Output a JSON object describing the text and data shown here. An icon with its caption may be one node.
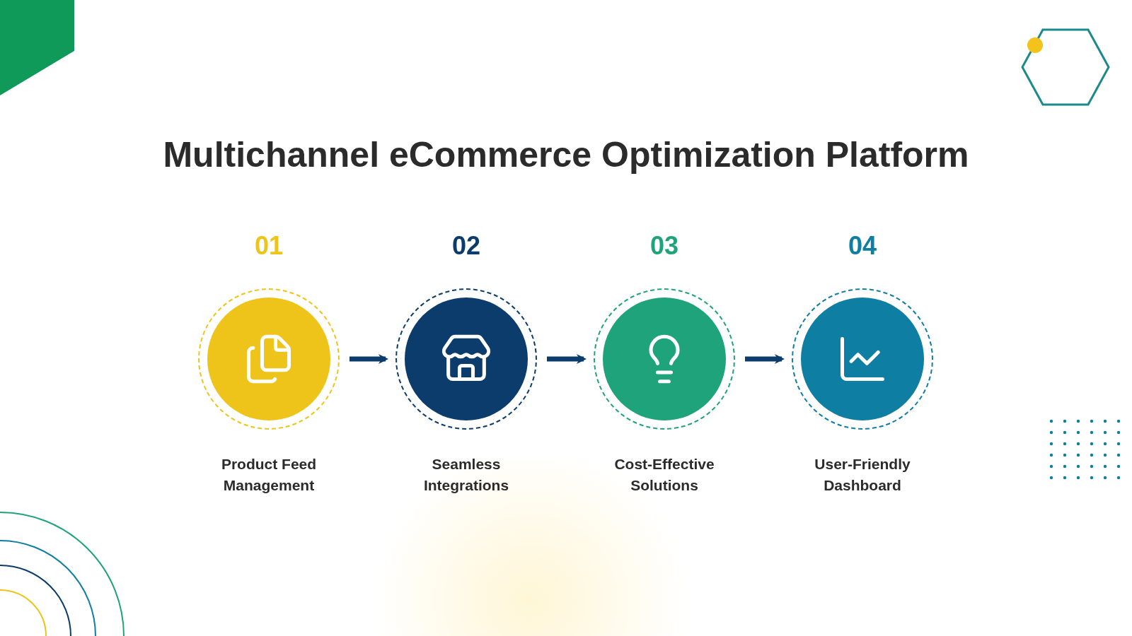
{
  "diagram": {
    "title": "Multichannel eCommerce Optimization Platform",
    "nodes": [
      {
        "text": [
          "01",
          "Product Feed Management"
        ]
      },
      {
        "text": [
          "02",
          "Seamless Integrations"
        ]
      },
      {
        "text": [
          "03",
          "Cost-Effective Solutions"
        ]
      },
      {
        "text": [
          "04",
          "User-Friendly Dashboard"
        ]
      }
    ],
    "edges": [
      {
        "from": 0,
        "to": 1,
        "arrow": "to"
      },
      {
        "from": 1,
        "to": 2,
        "arrow": "to"
      },
      {
        "from": 2,
        "to": 3,
        "arrow": "to"
      }
    ]
  }
}
